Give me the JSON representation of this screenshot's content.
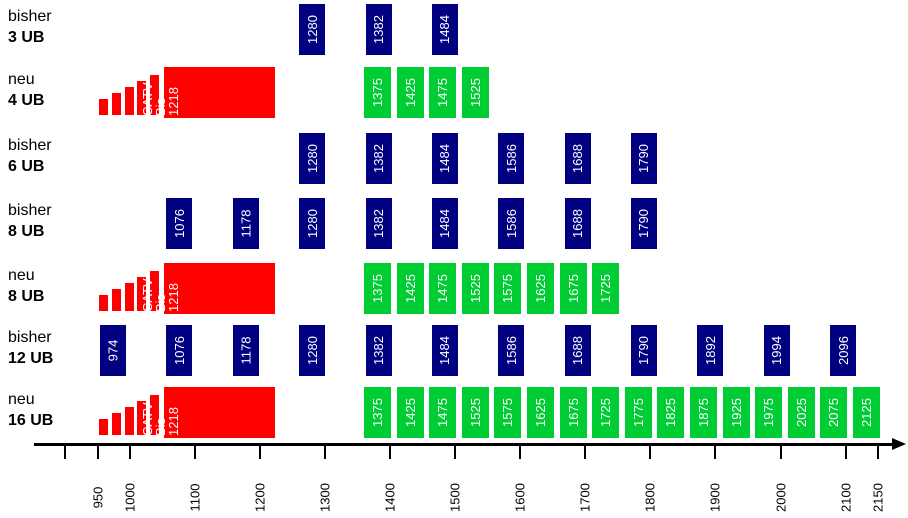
{
  "rows": [
    {
      "line1": "bisher",
      "line2": "3 UB",
      "kind": "legacy",
      "channels": [
        "1280",
        "1382",
        "1484"
      ]
    },
    {
      "line1": "neu",
      "line2": "4 UB",
      "kind": "new",
      "catv": "CATV\nBis\n1218",
      "channels": [
        "1375",
        "1425",
        "1475",
        "1525"
      ]
    },
    {
      "line1": "bisher",
      "line2": "6 UB",
      "kind": "legacy",
      "channels": [
        "1280",
        "1382",
        "1484",
        "1586",
        "1688",
        "1790"
      ]
    },
    {
      "line1": "bisher",
      "line2": "8 UB",
      "kind": "legacy",
      "channels": [
        "1076",
        "1178",
        "1280",
        "1382",
        "1484",
        "1586",
        "1688",
        "1790"
      ]
    },
    {
      "line1": "neu",
      "line2": "8 UB",
      "kind": "new",
      "catv": "CATV\nBis\n1218",
      "channels": [
        "1375",
        "1425",
        "1475",
        "1525",
        "1575",
        "1625",
        "1675",
        "1725"
      ]
    },
    {
      "line1": "bisher",
      "line2": "12 UB",
      "kind": "legacy",
      "channels": [
        "974",
        "1076",
        "1178",
        "1280",
        "1382",
        "1484",
        "1586",
        "1688",
        "1790",
        "1892",
        "1994",
        "2096"
      ]
    },
    {
      "line1": "neu",
      "line2": "16 UB",
      "kind": "new",
      "catv": "CATV\nBis\n1218",
      "channels": [
        "1375",
        "1425",
        "1475",
        "1525",
        "1575",
        "1625",
        "1675",
        "1725",
        "1775",
        "1825",
        "1875",
        "1925",
        "1975",
        "2025",
        "2075",
        "2125"
      ]
    }
  ],
  "axis": {
    "ticks": [
      "950",
      "1000",
      "1100",
      "1200",
      "1300",
      "1400",
      "1500",
      "1600",
      "1700",
      "1800",
      "1900",
      "2000",
      "2100",
      "2150"
    ]
  },
  "colors": {
    "legacy": "#000080",
    "new": "#00cc33",
    "catv": "#ff0000"
  }
}
